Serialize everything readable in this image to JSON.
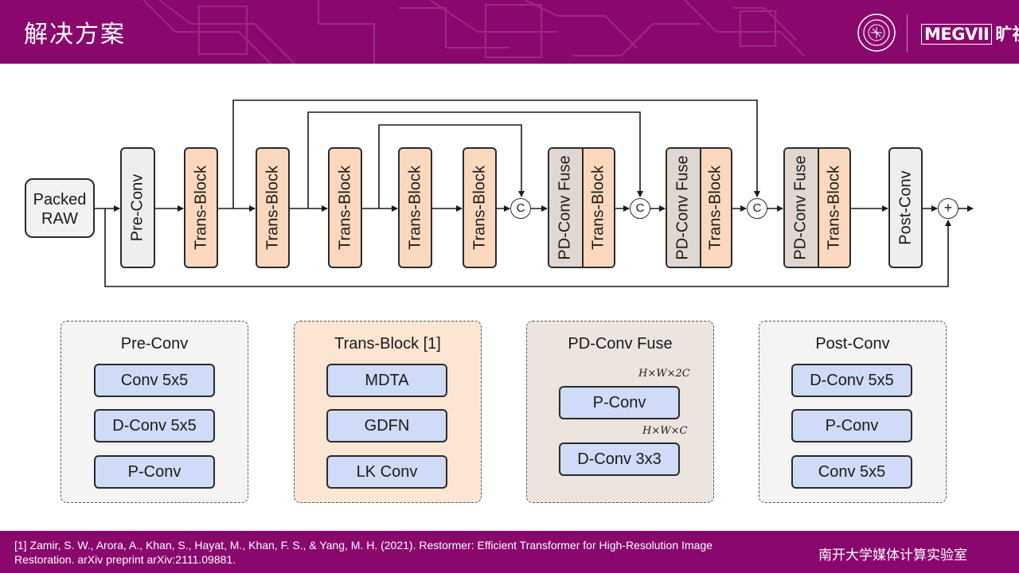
{
  "header": {
    "title": "解决方案",
    "logo_brand": "MEGVII",
    "logo_brand_cn": "旷视"
  },
  "pipeline": {
    "input_label_line1": "Packed",
    "input_label_line2": "RAW",
    "pre_conv": "Pre-Conv",
    "trans_block": "Trans-Block",
    "pd_conv_fuse": "PD-Conv Fuse",
    "concat_symbol": "C",
    "post_conv": "Post-Conv",
    "add_symbol": "+"
  },
  "panels": [
    {
      "title": "Pre-Conv",
      "ops": [
        "Conv 5x5",
        "D-Conv 5x5",
        "P-Conv"
      ]
    },
    {
      "title": "Trans-Block [1]",
      "ops": [
        "MDTA",
        "GDFN",
        "LK Conv"
      ]
    },
    {
      "title": "PD-Conv Fuse",
      "ops": [
        "P-Conv",
        "D-Conv 3x3"
      ],
      "dims": [
        "H×W×2C",
        "H×W×C"
      ]
    },
    {
      "title": "Post-Conv",
      "ops": [
        "D-Conv 5x5",
        "P-Conv",
        "Conv 5x5"
      ]
    }
  ],
  "colors": {
    "header_bg": "#8a086e",
    "trans_block_fill": "#fbd8bd",
    "conv_fill": "#eeeeee",
    "pd_fill": "#e0d7d1",
    "op_fill": "#cfdbf7"
  },
  "footer": {
    "citation": "[1] Zamir, S. W., Arora, A., Khan, S., Hayat, M., Khan, F. S., & Yang, M. H. (2021). Restormer: Efficient Transformer for High-Resolution Image Restoration. arXiv preprint arXiv:2111.09881.",
    "lab": "南开大学媒体计算实验室"
  }
}
